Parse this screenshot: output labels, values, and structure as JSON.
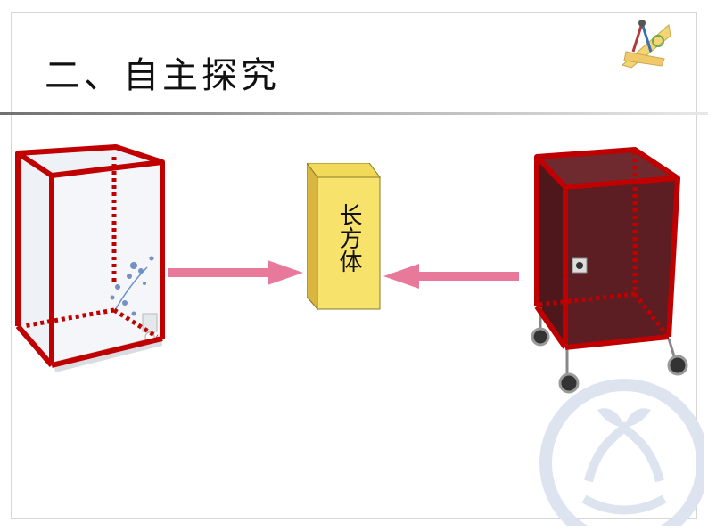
{
  "slide": {
    "title": "二、自主探究",
    "center_box_label": "长方体"
  },
  "icons": {
    "decoration": "compass-ruler-icon",
    "watermark": "education-logo-watermark"
  },
  "colors": {
    "edge_red": "#c00000",
    "arrow_pink": "#e8799a",
    "box_front": "#f7e36b",
    "box_side": "#e9c84c",
    "cabinet_body": "#5c1e22"
  }
}
